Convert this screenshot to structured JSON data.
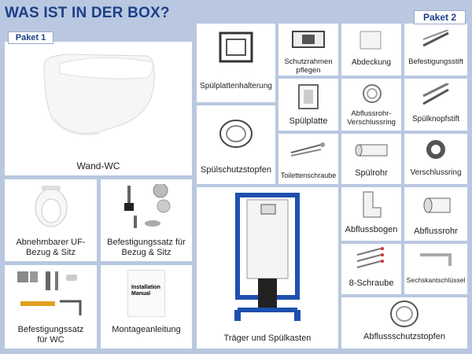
{
  "header": {
    "title": "WAS IST IN DER BOX?"
  },
  "paket1": {
    "label": "Paket 1"
  },
  "paket2": {
    "label": "Paket 2"
  },
  "items": {
    "wand_wc": "Wand-WC",
    "abnehmbarer": "Abnehmbarer UF-Bezug & Sitz",
    "befestigungssatz_bezug": "Befestigungssatz für Bezug & Sitz",
    "befestigungssatz_wc": "Befestigungssatz für WC",
    "montageanleitung": "Montageanleitung",
    "spuelplattenhalterung": "Spülplattenhalterung",
    "schutzrahmen": "Schutzrahmen pflegen",
    "abdeckung": "Abdeckung",
    "befestigungsstift": "Befestigungsstift",
    "spuelplatte": "Spülplatte",
    "abflussrohr_verschlussring": "Abflussrohr-Verschlussring",
    "spuelknopfstift": "Spülknopfstift",
    "spuelschutzstopfen": "Spülschutzstopfen",
    "toilettenschraube": "Toilettenschraube",
    "spuelrohr": "Spülrohr",
    "verschlussring": "Verschlussring",
    "traeger": "Träger und Spülkasten",
    "abflussbogen": "Abflussbogen",
    "abflussrohr": "Abflussrohr",
    "schraube8": "8-Schraube",
    "sechskantschluessel": "Sechskantschlüssel",
    "abflussschutzstopfen": "Abflussschutzstopfen",
    "manual_text": "Installation Manual"
  }
}
